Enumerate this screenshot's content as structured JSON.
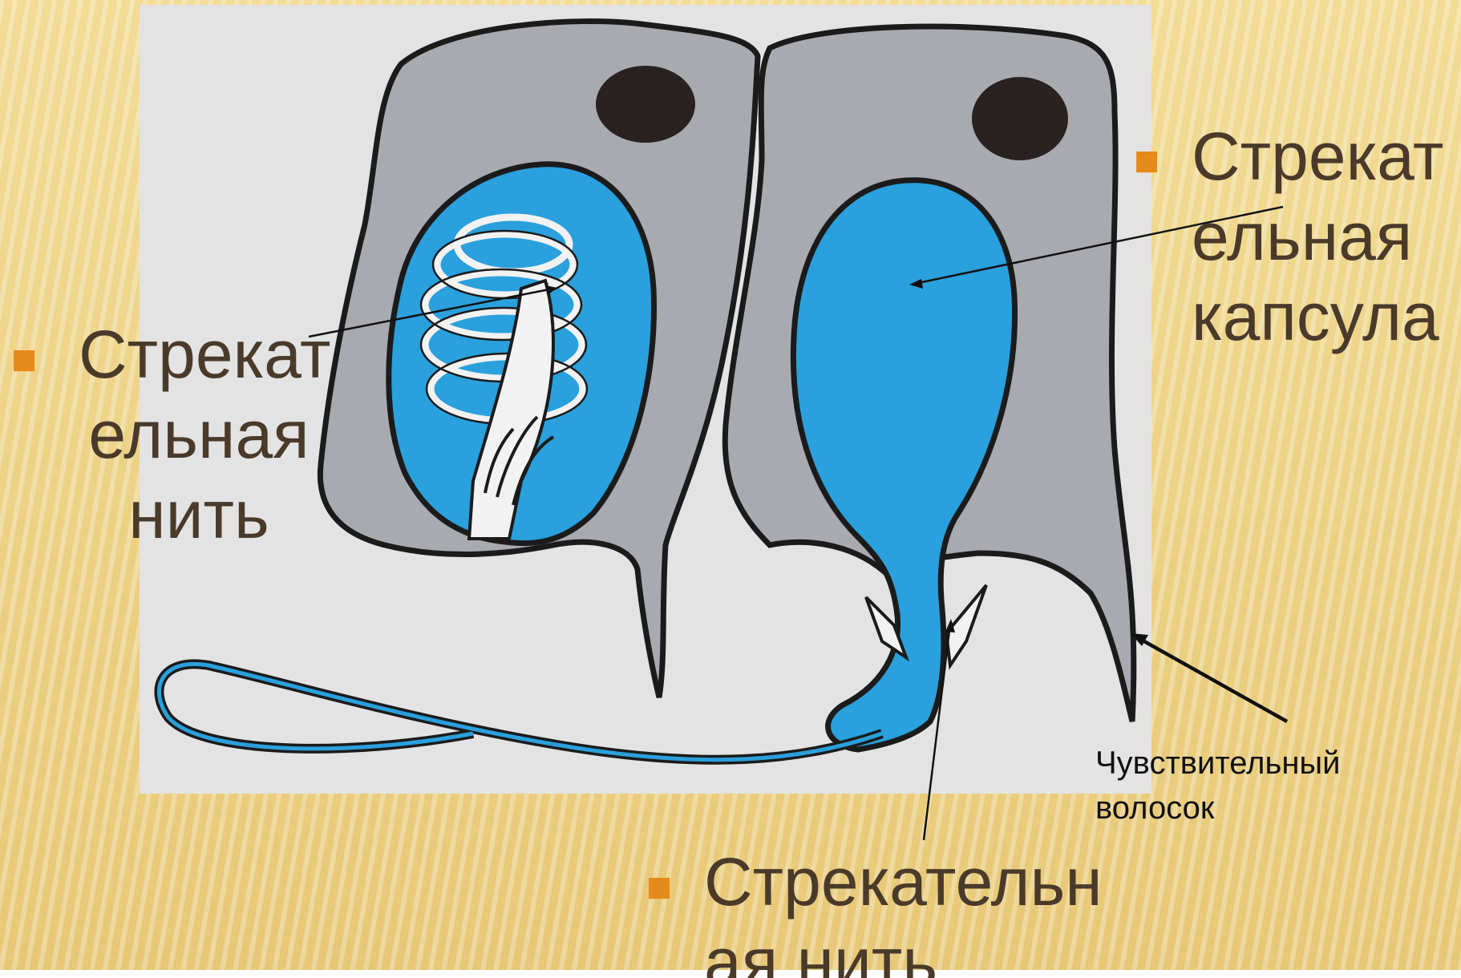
{
  "labels": {
    "thread_left": "Стрекат ельная нить",
    "capsule": "Стрекат ельная капсула",
    "thread_bottom": "Стрекательн ая нить",
    "hair": "Чувствительный волосок"
  },
  "lines": {
    "thread_left": [
      "Стрекат",
      "ельная",
      "нить"
    ],
    "capsule": [
      "Стрекат",
      "ельная",
      "капсула"
    ],
    "thread_bottom": [
      "Стрекательн",
      "ая нить"
    ],
    "hair": [
      "Чувствительный",
      "волосок"
    ]
  },
  "bullet_icon": "square-bullet-icon",
  "colors": {
    "background": "#ecd286",
    "cell_fill": "#a8aab0",
    "capsule_fill": "#2aa0dc",
    "outline": "#1b1b1b",
    "text": "#4a3a2a",
    "bullet": "#e68a1a"
  }
}
